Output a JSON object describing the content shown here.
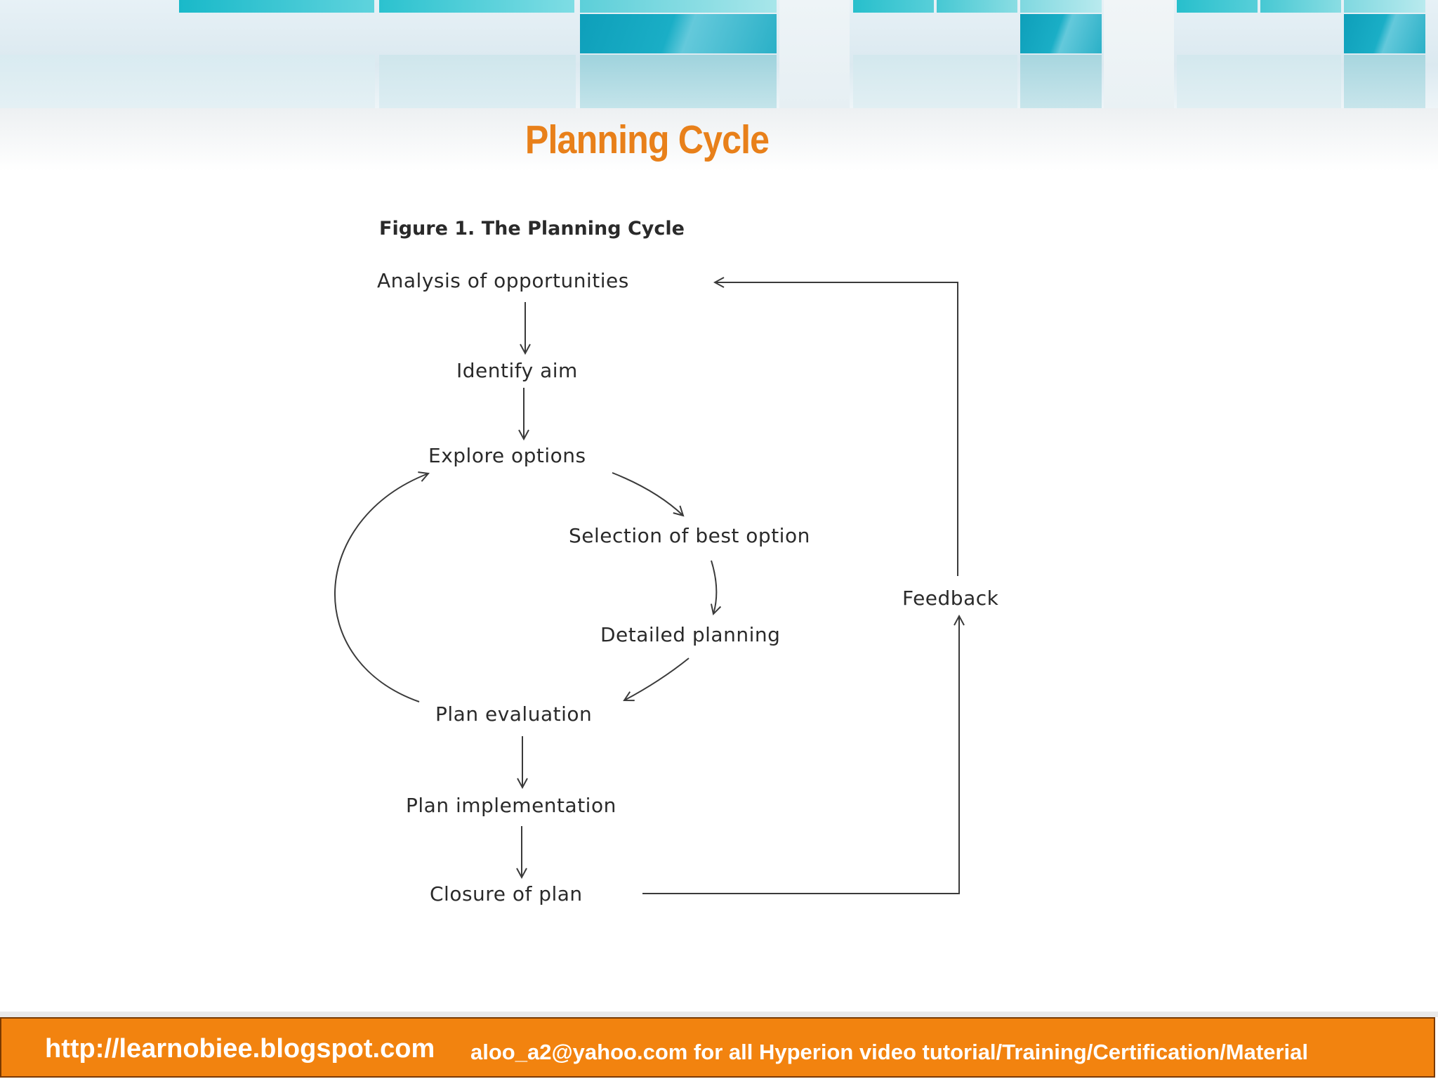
{
  "slide": {
    "title": "Planning Cycle"
  },
  "figure": {
    "title": "Figure 1. The Planning Cycle",
    "nodes": {
      "analysis": "Analysis of opportunities",
      "identify_aim": "Identify aim",
      "explore_options": "Explore options",
      "selection": "Selection of best option",
      "detailed_planning": "Detailed planning",
      "plan_evaluation": "Plan evaluation",
      "plan_implementation": "Plan implementation",
      "closure": "Closure of plan",
      "feedback": "Feedback"
    }
  },
  "footer": {
    "url": "http://learnobiee.blogspot.com",
    "message": "aloo_a2@yahoo.com for all Hyperion video tutorial/Training/Certification/Material"
  },
  "colors": {
    "title": "#e8801a",
    "footer_bg": "#f2830f",
    "banner_accent": "#1fb8c8"
  }
}
